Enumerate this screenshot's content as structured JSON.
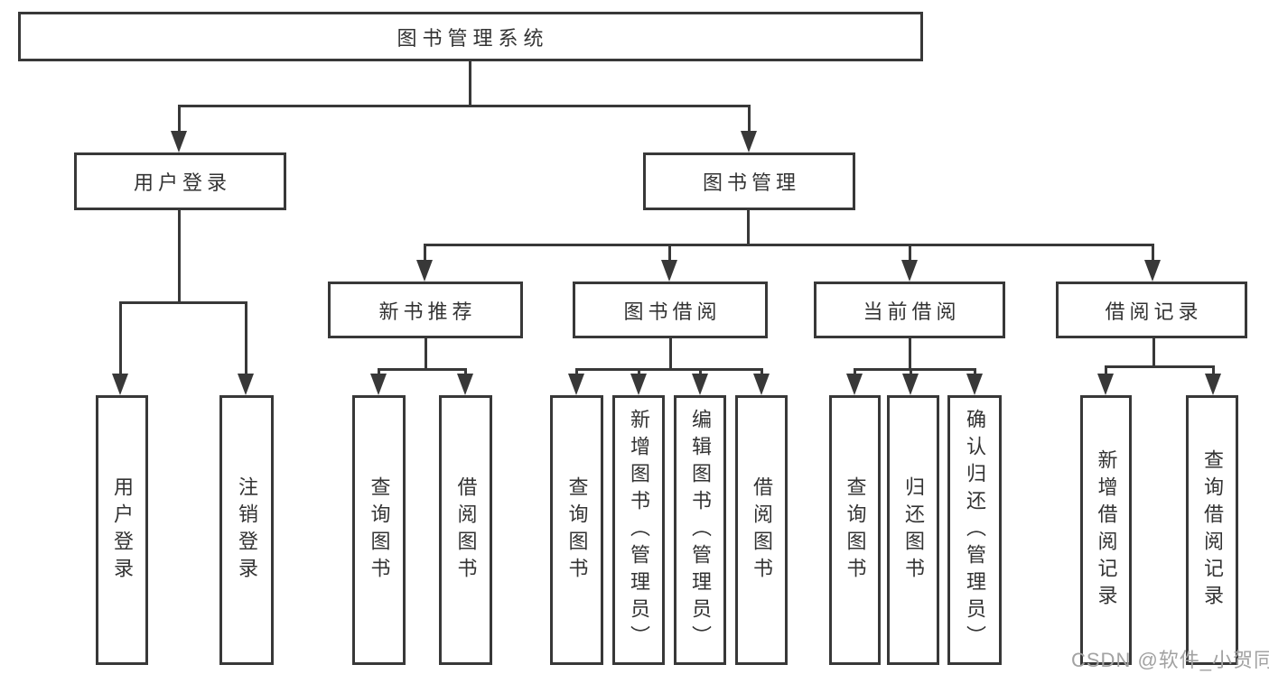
{
  "title": "图书管理系统",
  "branches": {
    "user_login": {
      "label": "用户登录",
      "children": [
        "用户登录",
        "注销登录"
      ]
    },
    "book_mgmt": {
      "label": "图书管理",
      "sections": [
        {
          "label": "新书推荐",
          "children": [
            "查询图书",
            "借阅图书"
          ]
        },
        {
          "label": "图书借阅",
          "children": [
            "查询图书",
            "新增图书（管理员）",
            "编辑图书（管理员）",
            "借阅图书"
          ]
        },
        {
          "label": "当前借阅",
          "children": [
            "查询图书",
            "归还图书",
            "确认归还（管理员）"
          ]
        },
        {
          "label": "借阅记录",
          "children": [
            "新增借阅记录",
            "查询借阅记录"
          ]
        }
      ]
    }
  },
  "watermark": "CSDN @软件_小贺同学",
  "colors": {
    "line": "#383838",
    "text": "#333333",
    "background": "#ffffff",
    "watermark": "#a2a2a2"
  }
}
